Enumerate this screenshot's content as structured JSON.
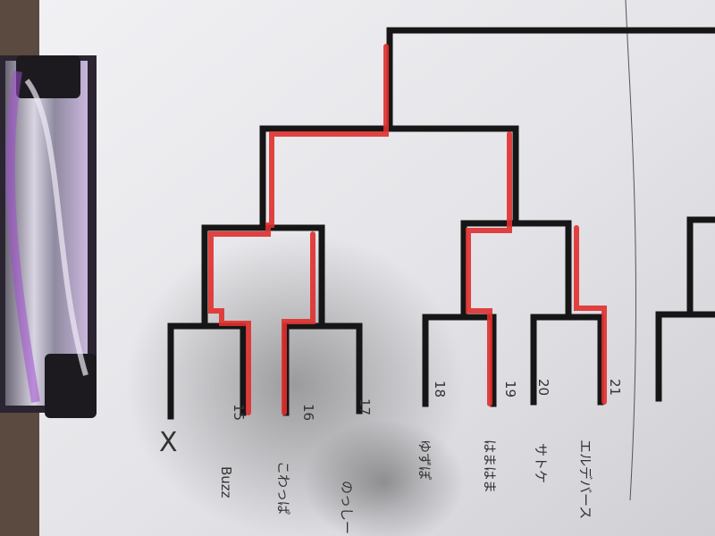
{
  "colors": {
    "paper": "#e9e9ec",
    "line": "#161616",
    "highlight": "#e0302e",
    "board": "#5a4a40",
    "clip": "#b9b7c3",
    "clip_glow": "#b455d8"
  },
  "bracket": {
    "seeds": [
      {
        "number": "",
        "name": ""
      },
      {
        "number": "15",
        "name": "Buzz"
      },
      {
        "number": "16",
        "name": "こわっぱ"
      },
      {
        "number": "17",
        "name": "のっしー"
      },
      {
        "number": "18",
        "name": "ゆずぽ"
      },
      {
        "number": "19",
        "name": "はまはま"
      },
      {
        "number": "20",
        "name": "サトケ"
      },
      {
        "number": "21",
        "name": "エルデバース"
      }
    ],
    "cross_mark": "X"
  },
  "icons": [
    "clipboard-clip-icon",
    "cross-mark-icon"
  ]
}
